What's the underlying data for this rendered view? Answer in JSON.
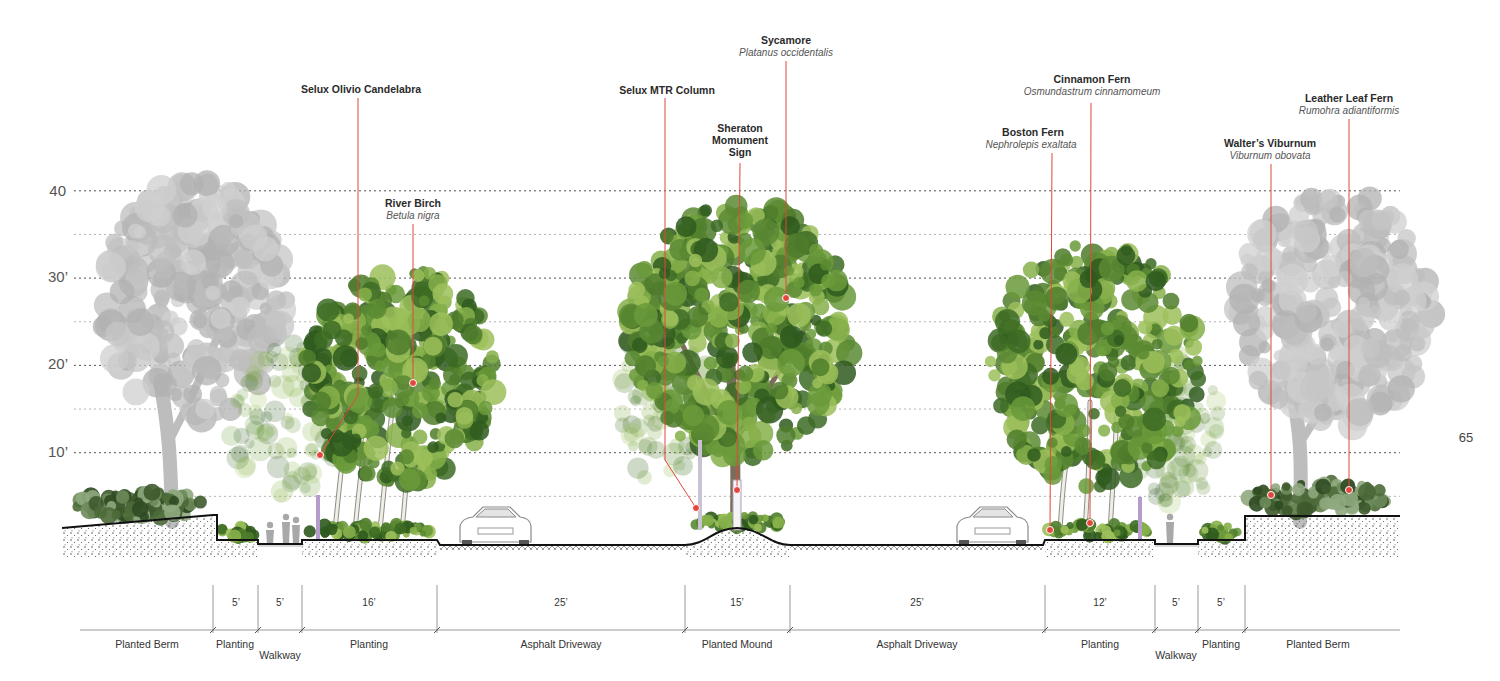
{
  "diagram": {
    "labels": [
      "Selux Olivio Candelabra",
      "River Birch",
      "Betula nigra",
      "Selux MTR Column",
      "Sheraton Momument Sign",
      "Sycamore",
      "Platanus occidentalis",
      "Boston Fern",
      "Nephrolepis exaltata",
      "Cinnamon Fern",
      "Osmundastrum cinnamomeum",
      "Walter’s Viburnum",
      "Viburnum obovata",
      "Leather Leaf Fern",
      "Rumohra adiantiformis",
      "40",
      "30’",
      "20’",
      "10’",
      "65",
      "5’",
      "5’",
      "16’",
      "25’",
      "15’",
      "25’",
      "12’",
      "5’",
      "5’",
      "Planted Berm",
      "Planting",
      "Walkway",
      "Planting",
      "Asphalt Driveway",
      "Planted Mound",
      "Asphalt Driveway",
      "Planting",
      "Walkway",
      "Planting",
      "Planted Berm"
    ]
  }
}
